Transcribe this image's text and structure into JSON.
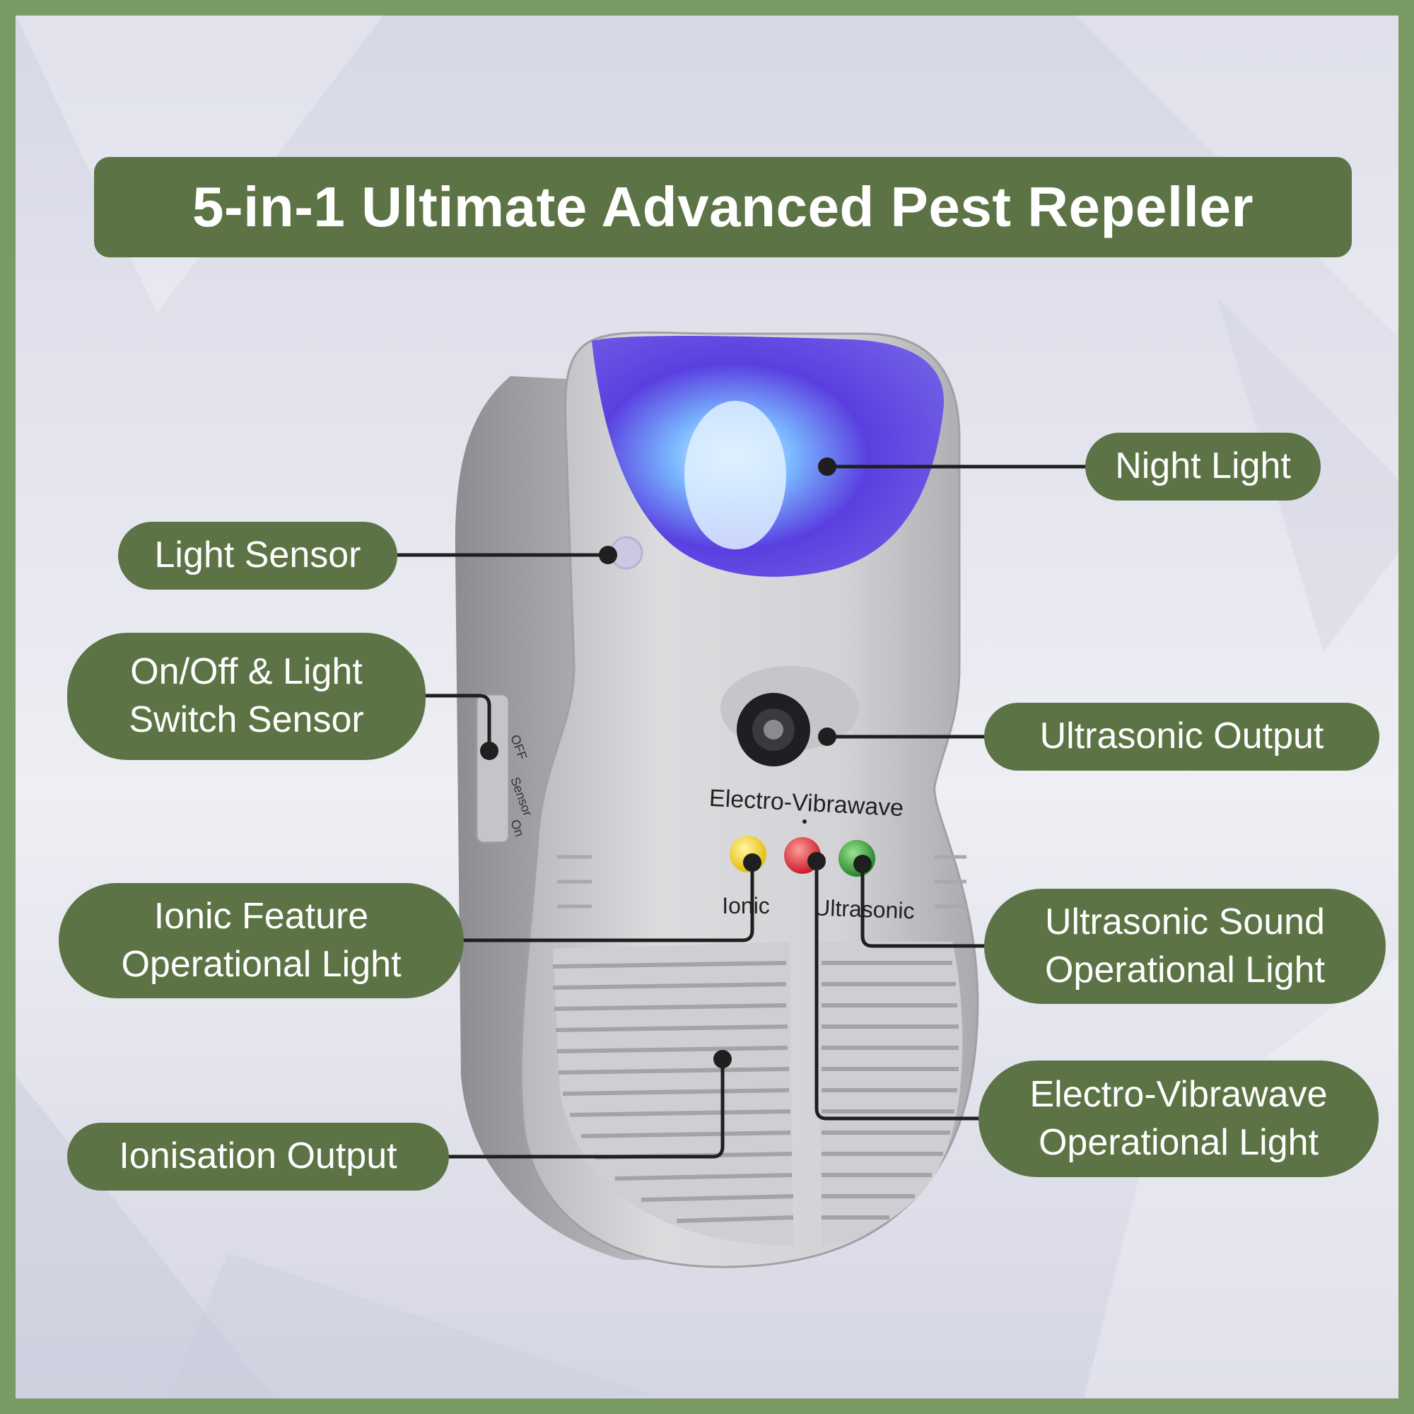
{
  "title": "5-in-1 Ultimate Advanced Pest Repeller",
  "callouts": {
    "night_light": "Night Light",
    "light_sensor": "Light Sensor",
    "onoff_line1": "On/Off & Light",
    "onoff_line2": "Switch Sensor",
    "ultrasonic_output": "Ultrasonic Output",
    "ionic_line1": "Ionic Feature",
    "ionic_line2": "Operational Light",
    "ultrasonic_sound_line1": "Ultrasonic Sound",
    "ultrasonic_sound_line2": "Operational Light",
    "ionisation_output": "Ionisation Output",
    "electro_line1": "Electro-Vibrawave",
    "electro_line2": "Operational Light"
  },
  "device_labels": {
    "electro": "Electro-Vibrawave",
    "ionic": "Ionic",
    "ultrasonic": "Ultrasonic",
    "switch_off": "OFF",
    "switch_sensor": "Sensor",
    "switch_on": "On"
  },
  "colors": {
    "frame": "#7a9a64",
    "pill": "#5c7445",
    "night_light": "#5a3fe0",
    "led_yellow": "#f2cc10",
    "led_red": "#e01d1d",
    "led_green": "#1f9a2a"
  }
}
